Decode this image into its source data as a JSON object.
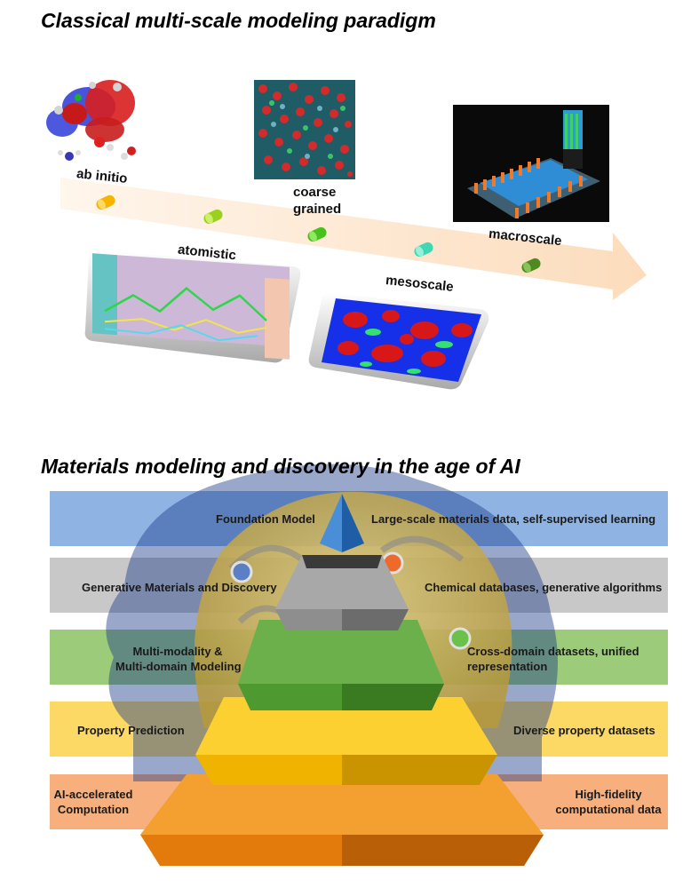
{
  "paradigm": {
    "title": "Classical multi-scale modeling paradigm",
    "scales": {
      "ab_initio": "ab initio",
      "coarse": "coarse",
      "grained": "grained",
      "atomistic": "atomistic",
      "mesoscale": "mesoscale",
      "macroscale": "macroscale"
    },
    "arrow_color": "#fde5cc",
    "capsule_colors": [
      "#f4b400",
      "#9ad11f",
      "#46c21c",
      "#3fd7b4",
      "#4e8b1f"
    ]
  },
  "ai": {
    "title": "Materials modeling and discovery in the age of AI",
    "levels": [
      {
        "left_label": "Foundation Model",
        "right_label": "Large-scale materials data, self-supervised learning",
        "band_color": "#8fb4e3"
      },
      {
        "left_label": "Generative Materials and Discovery",
        "right_label": "Chemical databases, generative algorithms",
        "band_color": "#c8c8c8"
      },
      {
        "left_label_1": "Multi-modality &",
        "left_label_2": "Multi-domain Modeling",
        "right_label_1": "Cross-domain datasets, unified",
        "right_label_2": "representation",
        "band_color": "#9ccb79"
      },
      {
        "left_label": "Property Prediction",
        "right_label": "Diverse property datasets",
        "band_color": "#fcd864"
      },
      {
        "left_label_1": "AI-accelerated",
        "left_label_2": "Computation",
        "right_label_1": "High-fidelity",
        "right_label_2": "computational data",
        "band_color": "#f7b07d"
      }
    ]
  }
}
